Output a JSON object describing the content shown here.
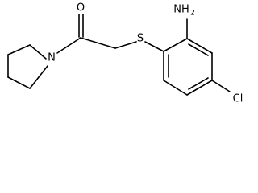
{
  "molecule": {
    "atom_labels": {
      "oxygen": "O",
      "nitrogen": "N",
      "sulfur": "S",
      "amine_main": "NH",
      "amine_subscript": "2",
      "chlorine": "Cl"
    },
    "colors": {
      "bond": "#000000",
      "label": "#000000",
      "background": "#ffffff"
    }
  }
}
